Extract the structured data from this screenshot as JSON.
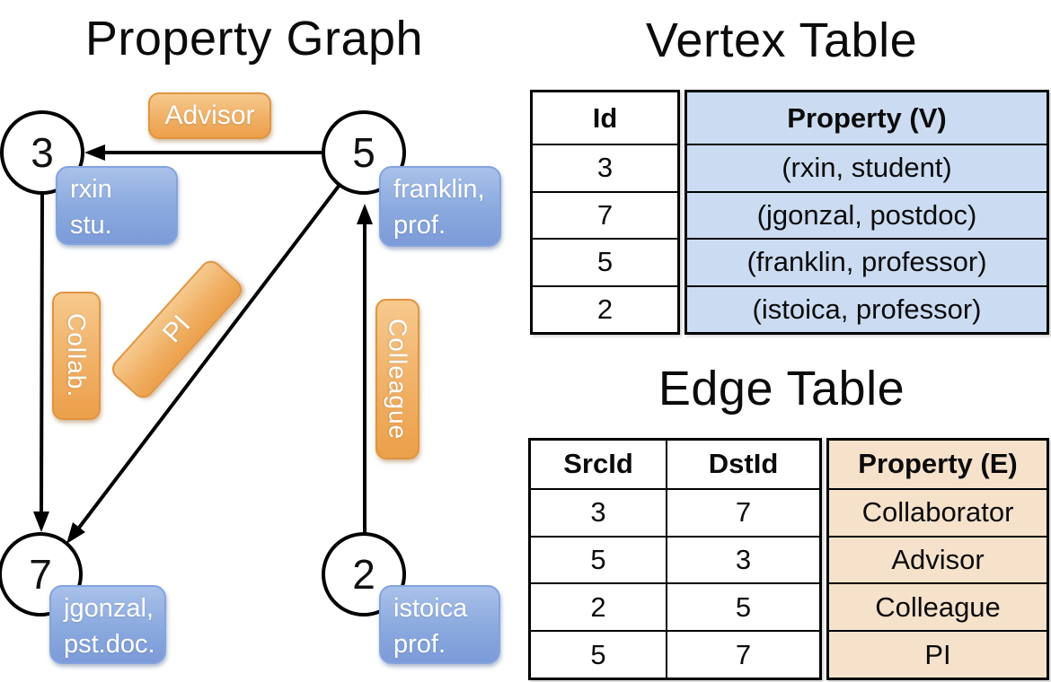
{
  "graph": {
    "title": "Property Graph",
    "nodes": [
      {
        "id": "3",
        "label_lines": [
          "rxin",
          "stu."
        ]
      },
      {
        "id": "5",
        "label_lines": [
          "franklin,",
          "prof."
        ]
      },
      {
        "id": "7",
        "label_lines": [
          "jgonzal,",
          "pst.doc."
        ]
      },
      {
        "id": "2",
        "label_lines": [
          "istoica",
          "prof."
        ]
      }
    ],
    "edge_labels": [
      "Advisor",
      "Collab.",
      "PI",
      "Colleague"
    ],
    "edges": [
      {
        "src": "5",
        "dst": "3",
        "label": "Advisor"
      },
      {
        "src": "3",
        "dst": "7",
        "label": "Collab."
      },
      {
        "src": "5",
        "dst": "7",
        "label": "PI"
      },
      {
        "src": "2",
        "dst": "5",
        "label": "Colleague"
      }
    ]
  },
  "vertex_table": {
    "title": "Vertex Table",
    "columns": [
      "Id",
      "Property (V)"
    ],
    "rows": [
      [
        "3",
        "(rxin, student)"
      ],
      [
        "7",
        "(jgonzal, postdoc)"
      ],
      [
        "5",
        "(franklin, professor)"
      ],
      [
        "2",
        "(istoica, professor)"
      ]
    ]
  },
  "edge_table": {
    "title": "Edge Table",
    "columns": [
      "SrcId",
      "DstId",
      "Property (E)"
    ],
    "rows": [
      [
        "3",
        "7",
        "Collaborator"
      ],
      [
        "5",
        "3",
        "Advisor"
      ],
      [
        "2",
        "5",
        "Colleague"
      ],
      [
        "5",
        "7",
        "PI"
      ]
    ]
  },
  "colors": {
    "node_fill": "#ffffff",
    "line_stroke": "#000000",
    "vertex_box_gradient_top": "#a9c1ea",
    "vertex_box_gradient_bottom": "#7c9bd9",
    "vertex_box_border": "#84a3de",
    "edge_box_gradient_top": "#f6c98d",
    "edge_box_gradient_bottom": "#eca04a",
    "edge_box_border": "#e09440",
    "vertex_property_column_fill": "#cbdcf2",
    "edge_property_column_fill": "#f6e2cb"
  }
}
